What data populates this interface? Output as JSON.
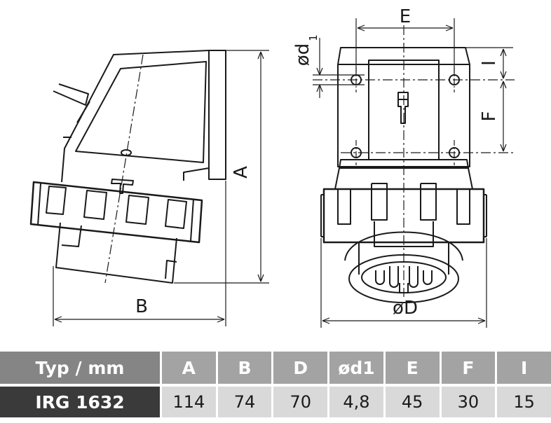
{
  "drawing": {
    "labels": {
      "a": "A",
      "b": "B",
      "d": "øD",
      "d1": "ød",
      "d1_sub": "1",
      "e": "E",
      "f": "F",
      "i": "I"
    }
  },
  "table": {
    "header": [
      "Typ / mm",
      "A",
      "B",
      "D",
      "ød1",
      "E",
      "F",
      "I"
    ],
    "rows": [
      [
        "IRG 1632",
        "114",
        "74",
        "70",
        "4,8",
        "45",
        "30",
        "15"
      ]
    ]
  },
  "colors": {
    "header_bg": "#a3a3a3",
    "header_first_bg": "#858585",
    "row_bg": "#d9d9d9",
    "row_first_bg": "#3a3a3a"
  }
}
